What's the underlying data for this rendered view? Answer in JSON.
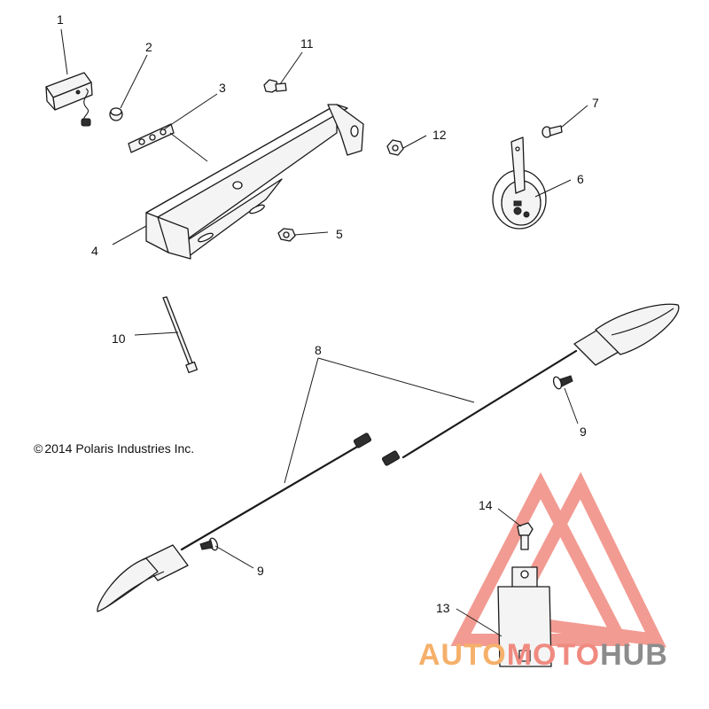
{
  "callouts": {
    "c1": "1",
    "c2": "2",
    "c3": "3",
    "c4": "4",
    "c5": "5",
    "c6": "6",
    "c7": "7",
    "c8": "8",
    "c9a": "9",
    "c9b": "9",
    "c10": "10",
    "c11": "11",
    "c12": "12",
    "c13": "13",
    "c14": "14"
  },
  "copyright": "2014 Polaris Industries Inc.",
  "copyright_symbol": "©",
  "watermark": {
    "part1": "AUTO",
    "part2": "MOTO",
    "part3": "HUB",
    "color_primary": "#f08a80",
    "color_secondary": "#f5b06a",
    "color_gray": "#8c8c8c"
  }
}
